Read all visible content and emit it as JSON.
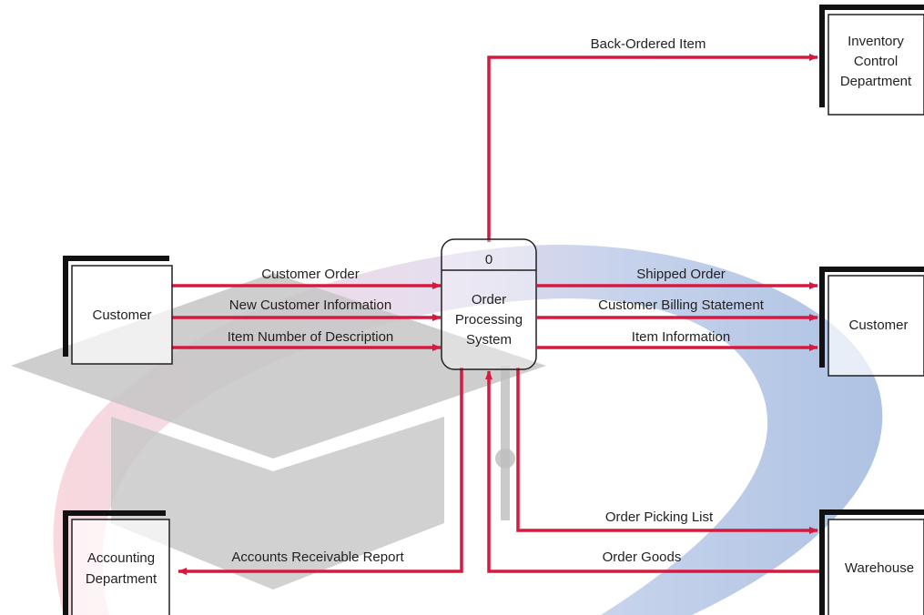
{
  "process": {
    "number": "0",
    "name_lines": [
      "Order",
      "Processing",
      "System"
    ]
  },
  "entities": {
    "customer_left": [
      "Customer"
    ],
    "inventory": [
      "Inventory",
      "Control",
      "Department"
    ],
    "customer_right": [
      "Customer"
    ],
    "accounting": [
      "Accounting",
      "Department"
    ],
    "warehouse": [
      "Warehouse"
    ]
  },
  "flows": {
    "back_ordered_item": "Back-Ordered Item",
    "customer_order": "Customer Order",
    "new_customer_information": "New Customer Information",
    "item_number_of_description": "Item Number of Description",
    "shipped_order": "Shipped Order",
    "customer_billing_statement": "Customer Billing Statement",
    "item_information": "Item Information",
    "order_picking_list": "Order Picking List",
    "order_goods": "Order Goods",
    "accounts_receivable_report": "Accounts Receivable Report"
  },
  "colors": {
    "flow_line": "#d7193f",
    "entity_shadow": "#111111",
    "watermark_gray": "#c6c6c6",
    "watermark_blue": "#2d5fae",
    "watermark_pink": "#f2a8b6"
  },
  "icons": [
    "graduation-cap-watermark"
  ]
}
